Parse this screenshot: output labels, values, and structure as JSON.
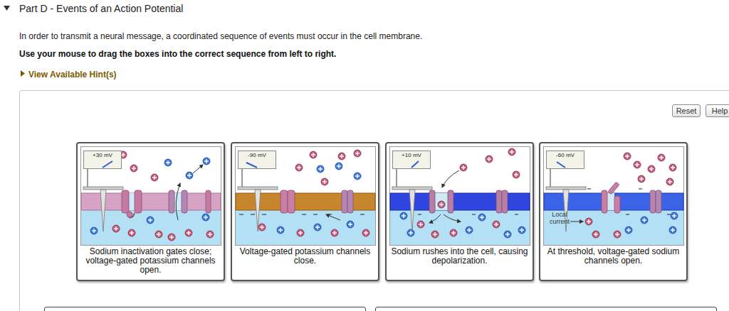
{
  "diagram": {
    "title": "Part D - Events of an Action Potential",
    "nodes": [
      {
        "text": [
          "Reset"
        ]
      },
      {
        "text": [
          "Help"
        ]
      },
      {
        "text": [
          "Sodium inactivation gates close; voltage-gated potassium channels open."
        ]
      },
      {
        "text": [
          "+30 mV"
        ],
        "in": 2
      },
      {
        "text": [
          "Voltage-gated potassium channels close."
        ]
      },
      {
        "text": [
          "-90 mV"
        ],
        "in": 4
      },
      {
        "text": [
          "Sodium rushes into the cell, causing depolarization."
        ]
      },
      {
        "text": [
          "+10 mV"
        ],
        "in": 6
      },
      {
        "text": [
          "At threshold, voltage-gated sodium channels open."
        ]
      },
      {
        "text": [
          "-60 mV"
        ],
        "in": 8
      }
    ],
    "labels": [
      "In order to transmit a neural message, a coordinated sequence of events must occur in the cell membrane.",
      "Use your mouse to drag the boxes into the correct sequence from left to right.",
      "View Available Hint(s)",
      "Local current"
    ]
  }
}
